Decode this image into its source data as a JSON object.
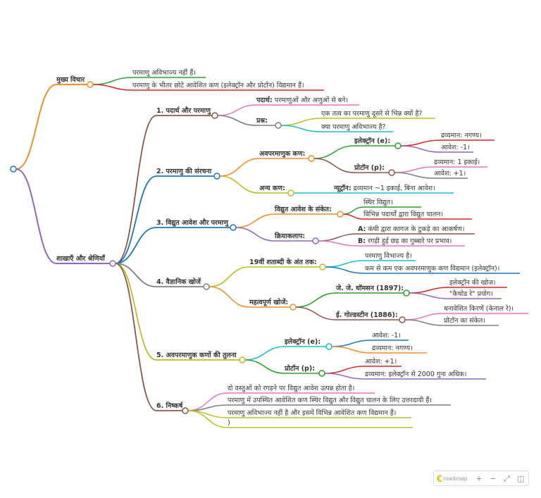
{
  "root_label": "",
  "branch_main": "मुख्य विचार",
  "main_1": "परमाणु अविभाज्य नहीं हैं।",
  "main_2": "परमाणु के भीतर छोटे आवेशित कण (इलेक्ट्रॉन और प्रोटॉन) विद्यमान हैं।",
  "branch_sections": "शाखाएँ और श्रेणियाँ",
  "s1": "1. पदार्थ और परमाणु",
  "s1_a_key": "पदार्थ:",
  "s1_a_val": " परमाणुओं और अणुओं से बने।",
  "s1_b": "प्रश्न:",
  "s1_b1": "एक तत्व का परमाणु दूसरे से भिन्न क्यों है?",
  "s1_b2": "क्या परमाणु अविभाज्य है?",
  "s2": "2. परमाणु की संरचना",
  "s2_a": "अवपरमाणुक कण:",
  "s2_e": "इलेक्ट्रॉन (e):",
  "s2_e1": "द्रव्यमान: नगण्य।",
  "s2_e2": "आवेश: -1।",
  "s2_p": "प्रोटॉन (p):",
  "s2_p1": "द्रव्यमान: 1 इकाई।",
  "s2_p2": "आवेश: +1।",
  "s2_b": "अन्य कण:",
  "s2_n_key": "न्यूट्रॉन:",
  "s2_n_val": " द्रव्यमान ~1 इकाई, बिना आवेश।",
  "s3": "3. विद्युत आवेश और परमाणु",
  "s3_a": "विद्युत आवेश के संकेत:",
  "s3_a1": "स्थिर विद्युत।",
  "s3_a2": "विभिन्न पदार्थों द्वारा विद्युत चालन।",
  "s3_b": "क्रियाकलाप:",
  "s3_b1_key": "A:",
  "s3_b1_val": " कंघी द्वारा कागज के टुकड़े का आकर्षण।",
  "s3_b2_key": "B:",
  "s3_b2_val": " रगड़ी हुई छड़ का गुब्बारे पर प्रभाव।",
  "s4": "4. वैज्ञानिक खोजें",
  "s4_a": "19वीं शताब्दी के अंत तक:",
  "s4_a1": "परमाणु विभाज्य है।",
  "s4_a2": "कम से कम एक अवपरमाणुक कण विद्यमान (इलेक्ट्रॉन)।",
  "s4_b": "महत्वपूर्ण खोजें:",
  "s4_t": "जे. जे. थॉमसन (1897):",
  "s4_t1": "इलेक्ट्रॉन की खोज।",
  "s4_t2": "\"कैथोड रे\" प्रयोग।",
  "s4_g": "ई. गोल्डस्टीन (1886):",
  "s4_g1": "धनावेशित किरणें (केनाल रे)।",
  "s4_g2": "प्रोटॉन का संकेत।",
  "s5": "5. अवपरमाणुक कणों की तुलना",
  "s5_e": "इलेक्ट्रॉन (e):",
  "s5_e1": "आवेश: -1।",
  "s5_e2": "द्रव्यमान: नगण्य।",
  "s5_p": "प्रोटॉन (p):",
  "s5_p1": "आवेश: +1।",
  "s5_p2": "द्रव्यमान: इलेक्ट्रॉन से 2000 गुना अधिक।",
  "s6": "6. निष्कर्ष",
  "s6_1": "दो वस्तुओं को रगड़ने पर विद्युत आवेश उत्पन्न होता है।",
  "s6_2": "परमाणु में उपस्थित आवेशित कण स्थिर विद्युत और विद्युत चालन के लिए उत्तरदायी हैं।",
  "s6_3": "परमाणु अविभाज्य नहीं है और इसमें विभिन्न आवेशित कण विद्यमान हैं।",
  "s6_4": ")",
  "toolbar": {
    "brand": "markmap",
    "zoom_in": "+",
    "zoom_out": "−",
    "fit": "⤢",
    "toggle": "◫"
  },
  "colors": {
    "orange": "#f28e2b",
    "purple": "#9467bd",
    "red": "#d62728",
    "green": "#2ca02c",
    "brown": "#8c564b",
    "blue": "#1f77b4",
    "olive": "#bcbd22",
    "pink": "#e377c2",
    "gray": "#7f7f7f",
    "cyan": "#17becf"
  }
}
